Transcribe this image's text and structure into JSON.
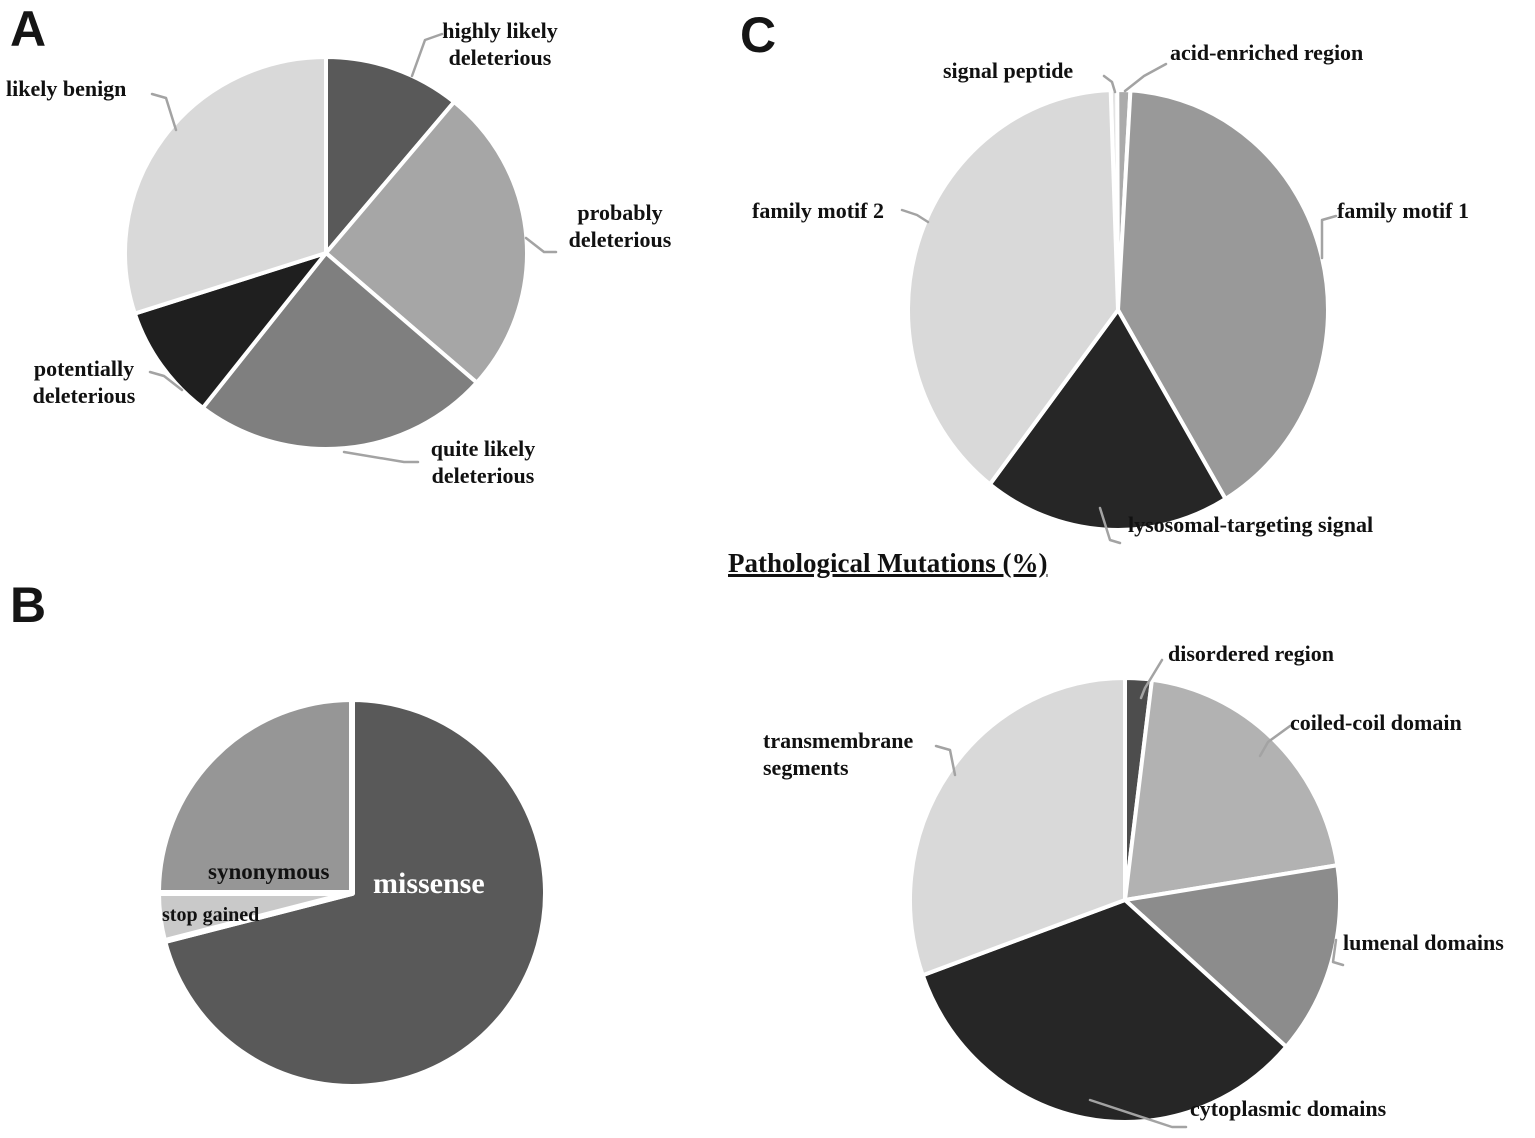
{
  "figure": {
    "panel_letters": [
      "A",
      "B",
      "C"
    ],
    "section_title": "Pathological Mutations (%)"
  },
  "chart_data": [
    {
      "type": "pie",
      "panel": "A",
      "legend_position": "outside-callouts",
      "slices": [
        {
          "label": "highly likely deleterious",
          "value": 11,
          "color": "#595959"
        },
        {
          "label": "probably deleterious",
          "value": 25.5,
          "color": "#a6a6a6"
        },
        {
          "label": "quite likely deleterious",
          "value": 24,
          "color": "#7f7f7f"
        },
        {
          "label": "potentially deleterious",
          "value": 9.5,
          "color": "#1f1f1f"
        },
        {
          "label": "likely benign",
          "value": 30,
          "color": "#d9d9d9"
        }
      ]
    },
    {
      "type": "pie",
      "panel": "B",
      "legend_position": "inside",
      "slices": [
        {
          "label": "missense",
          "value": 71,
          "color": "#595959",
          "label_color": "#ffffff"
        },
        {
          "label": "stop gained",
          "value": 4,
          "color": "#c9c9c9",
          "label_color": "#111111"
        },
        {
          "label": "synonymous",
          "value": 25,
          "color": "#969696",
          "label_color": "#111111"
        }
      ]
    },
    {
      "type": "pie",
      "panel": "C",
      "position": "top",
      "legend_position": "outside-callouts",
      "slices": [
        {
          "label": "signal peptide",
          "value": 0.5,
          "color": "#e3e3e3"
        },
        {
          "label": "acid-enriched region",
          "value": 1,
          "color": "#ababab"
        },
        {
          "label": "family motif 1",
          "value": 40.5,
          "color": "#999999"
        },
        {
          "label": "lysosomal-targeting signal",
          "value": 19,
          "color": "#262626"
        },
        {
          "label": "family motif 2",
          "value": 39,
          "color": "#d9d9d9"
        }
      ]
    },
    {
      "type": "pie",
      "panel": "C",
      "position": "bottom",
      "legend_position": "outside-callouts",
      "slices": [
        {
          "label": "disordered region",
          "value": 2,
          "color": "#4d4d4d"
        },
        {
          "label": "coiled-coil domain",
          "value": 20.5,
          "color": "#b2b2b2"
        },
        {
          "label": "lumenal domains",
          "value": 14,
          "color": "#8c8c8c"
        },
        {
          "label": "cytoplasmic domains",
          "value": 33,
          "color": "#262626"
        },
        {
          "label": "transmembrane segments",
          "value": 30.5,
          "color": "#d9d9d9"
        }
      ]
    }
  ]
}
